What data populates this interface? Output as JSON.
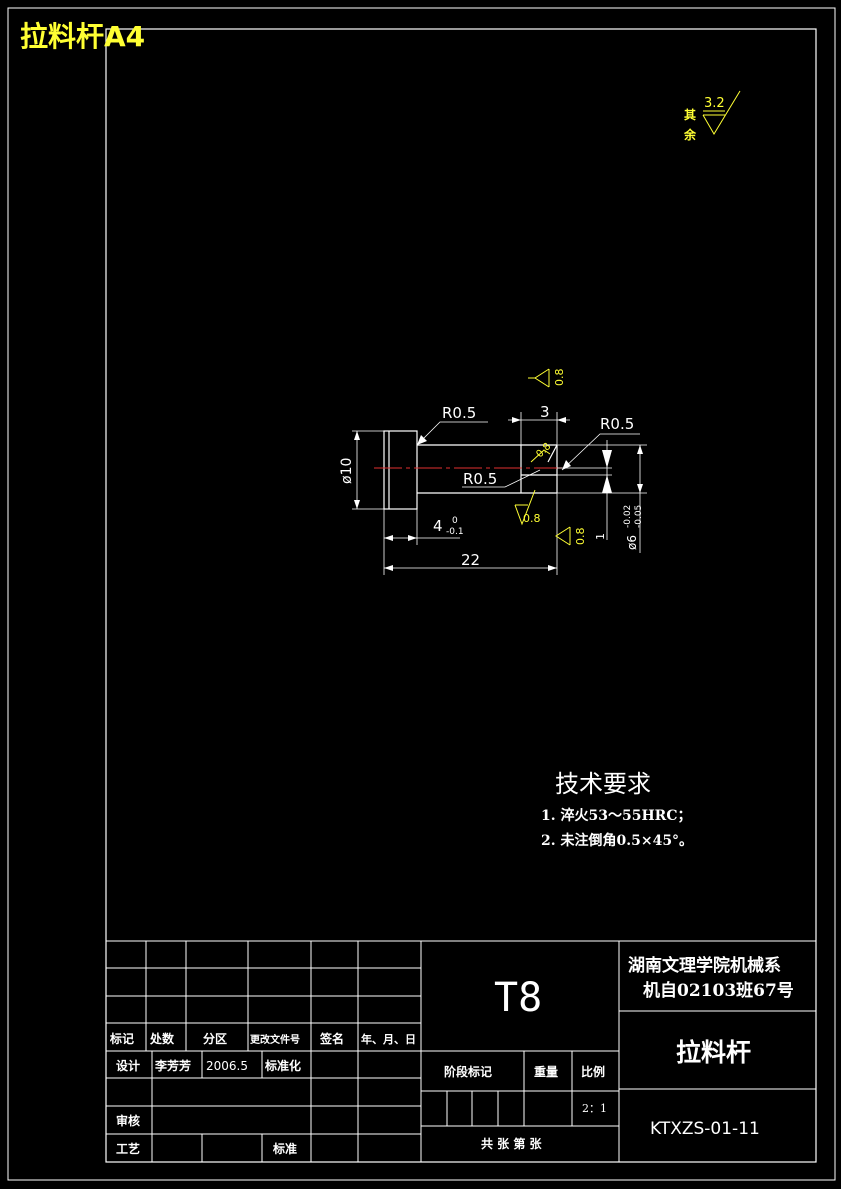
{
  "sheet": {
    "title": "拉料杆A4"
  },
  "roughness": {
    "general_value": "3.2",
    "general_note": [
      "其",
      "余"
    ],
    "value_top": "0.8",
    "value_chamfer": "0.8",
    "value_bottom": "0.8",
    "value_end": "0.8"
  },
  "dimensions": {
    "fillet_head": "R0.5",
    "fillet_end": "R0.5",
    "fillet_mid": "R0.5",
    "length_end": "3",
    "head_dia": "ø10",
    "head_len": "4",
    "head_len_tol_upper": "0",
    "head_len_tol_lower": "-0.1",
    "total_len": "22",
    "step_len": "1",
    "shaft_dia": "ø6",
    "shaft_dia_tol": "-0.02",
    "shaft_dia_tol2": "-0.05"
  },
  "tech_requirements": {
    "heading": "技术要求",
    "items": [
      "1. 淬火53～55HRC；",
      "2. 未注倒角0.5×45°。"
    ]
  },
  "title_block": {
    "material": "T8",
    "school_line1": "湖南文理学院机械系",
    "school_line2": "机自02103班67号",
    "part_name": "拉料杆",
    "drawing_no": "KTXZS-01-11",
    "header_labels": [
      "标记",
      "处数",
      "分区",
      "更改文件号",
      "签名",
      "年、月、日"
    ],
    "design_label": "设计",
    "designer": "李芳芳",
    "design_date": "2006.5",
    "standardization_label": "标准化",
    "review_label": "审核",
    "process_label": "工艺",
    "approve_label": "标准",
    "stage_label": "阶段标记",
    "weight_label": "重量",
    "scale_label": "比例",
    "scale_value": "2：1",
    "sheets_label": "共 张 第 张"
  }
}
